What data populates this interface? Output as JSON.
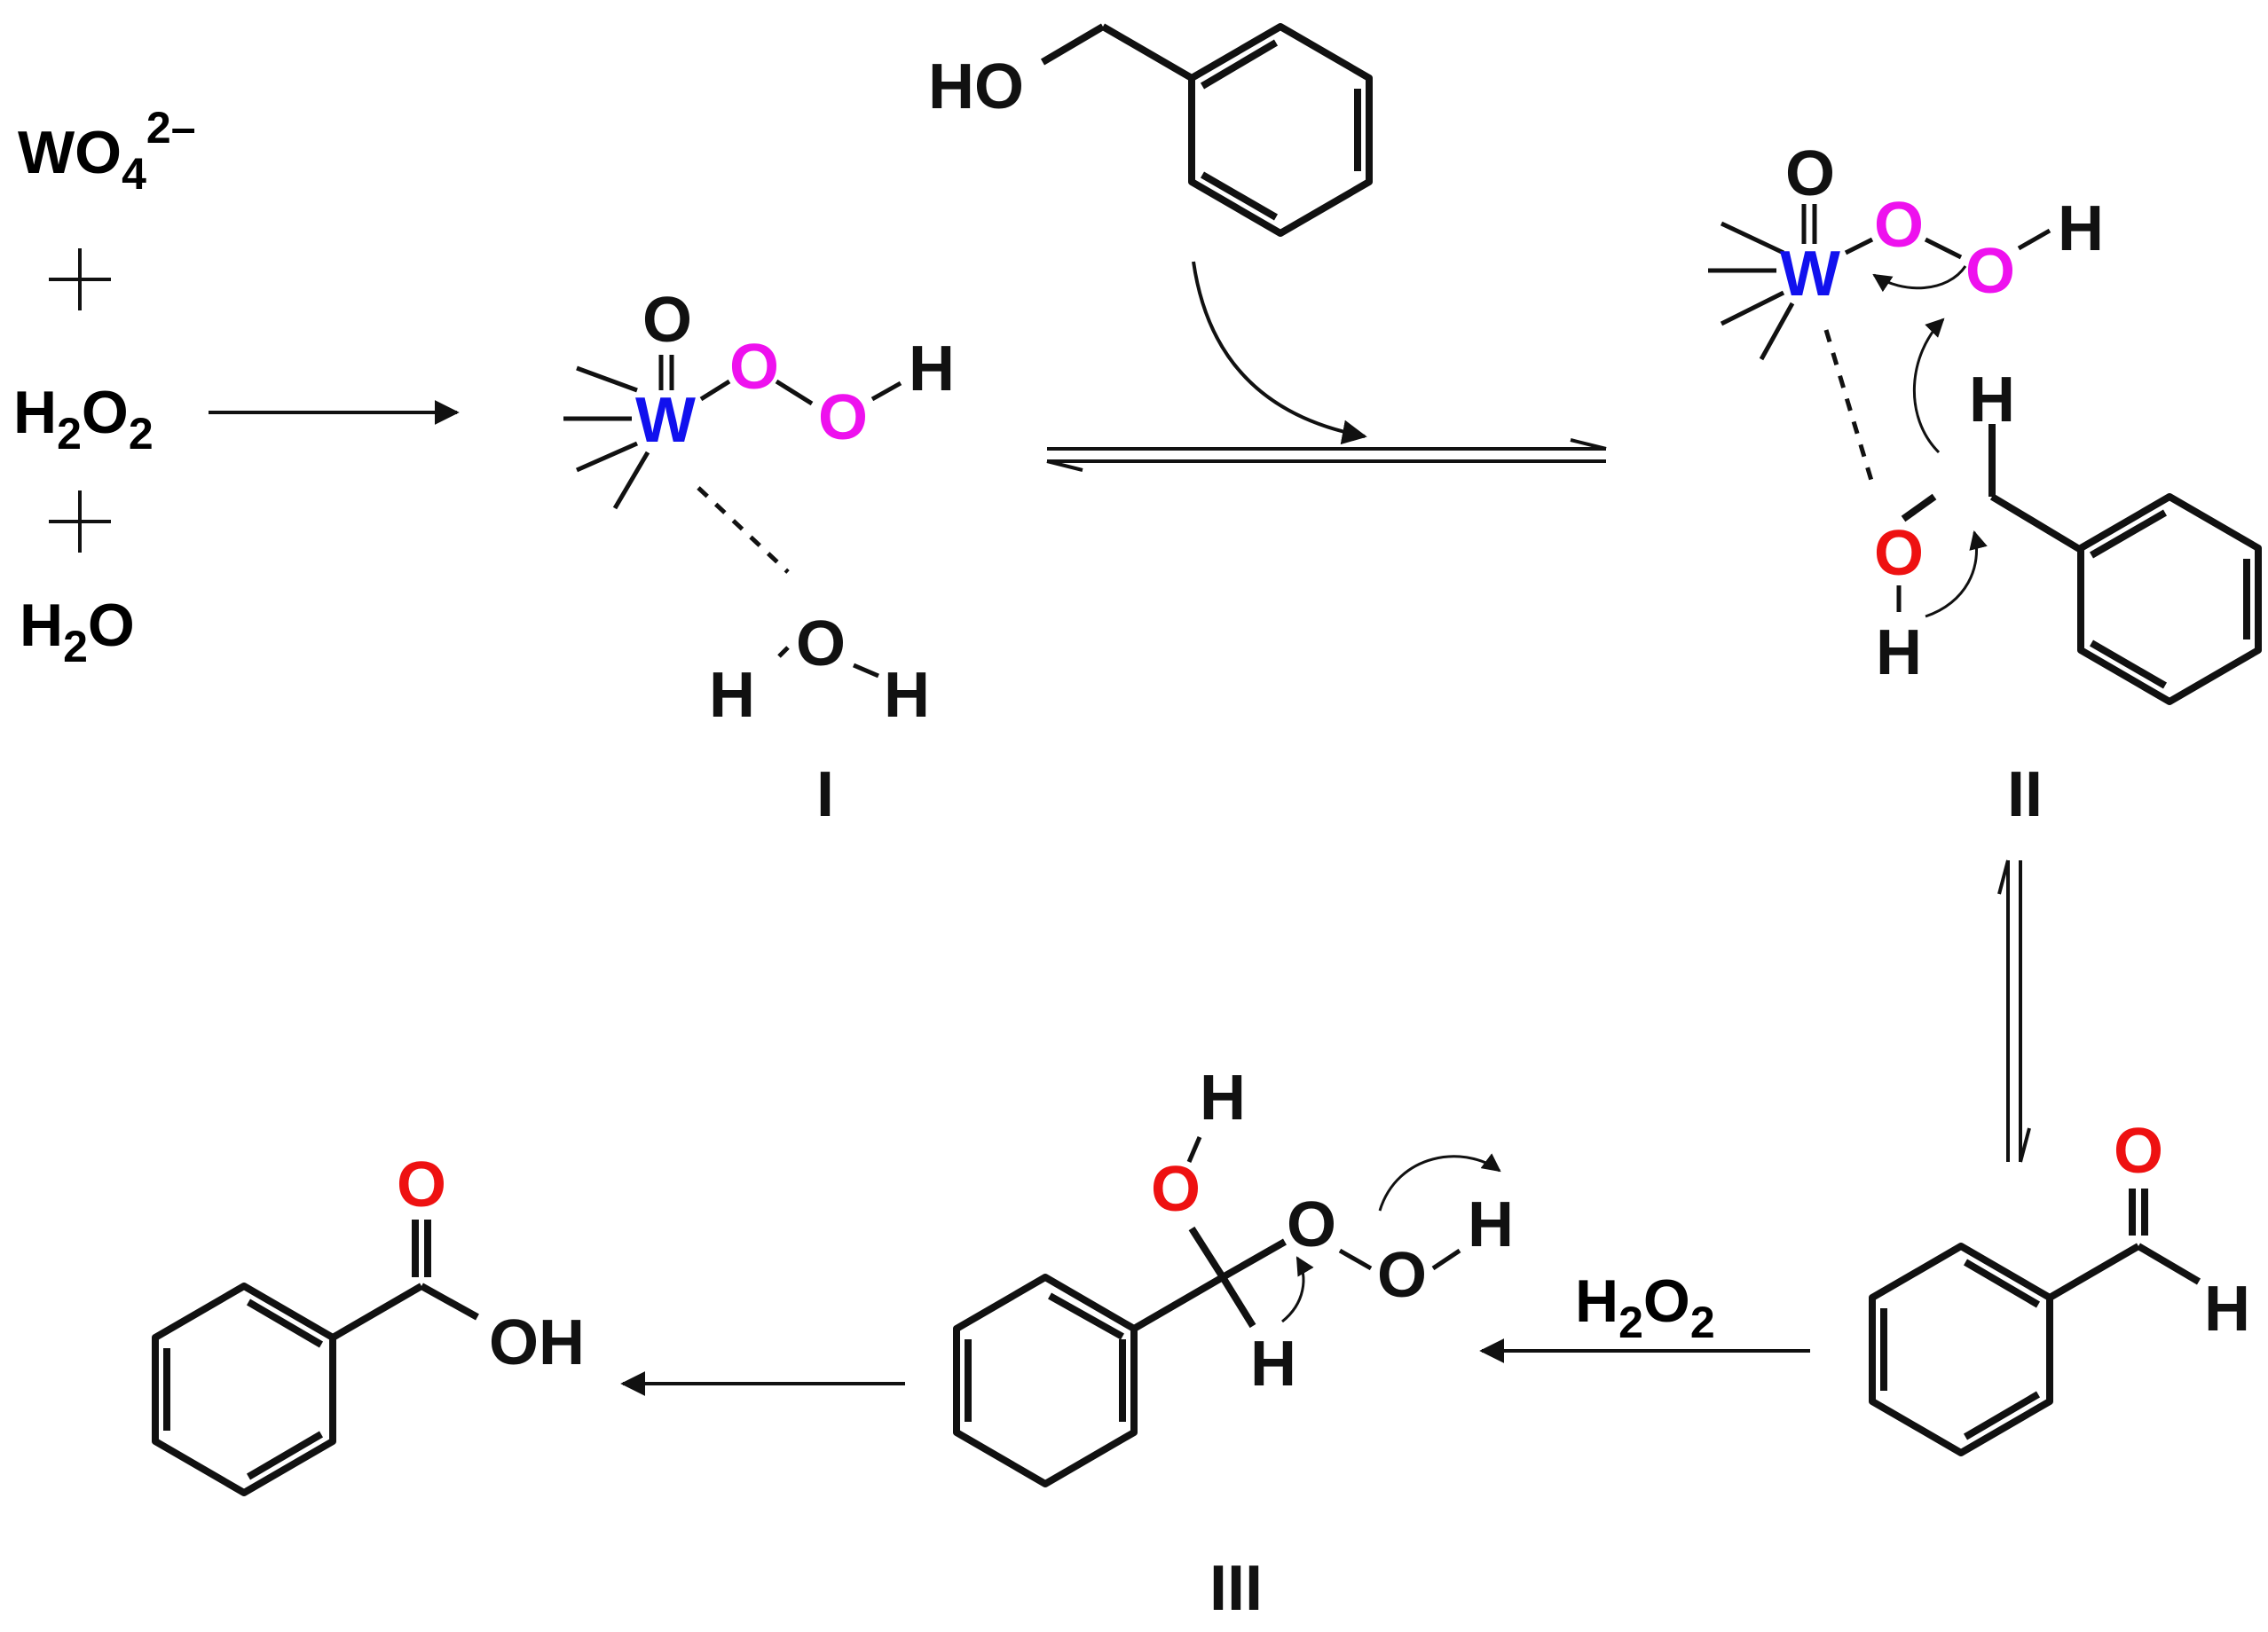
{
  "colors": {
    "bond": "#111111",
    "text": "#111111",
    "oxygen_red": "#ee1111",
    "peroxo_magenta": "#ee11ee",
    "tungsten_blue": "#1111ee"
  },
  "reagents": {
    "tungstate": {
      "main": "WO",
      "sub": "4",
      "sup": "2–"
    },
    "plus": "+",
    "peroxide": {
      "h": "H",
      "h_sub": "2",
      "o": "O",
      "o_sub": "2"
    },
    "water": {
      "h": "H",
      "h_sub": "2",
      "o": "O"
    }
  },
  "benzyl_alcohol": {
    "oh": "HO"
  },
  "intermediate_1": {
    "label": "I",
    "metal": "W",
    "oxo": "O",
    "peroxo_o1": "O",
    "peroxo_o2": "O",
    "peroxo_h": "H",
    "water_o": "O",
    "water_h_left": "H",
    "water_h_right": "H"
  },
  "intermediate_2": {
    "label": "II",
    "metal": "W",
    "oxo": "O",
    "peroxo_o1": "O",
    "peroxo_o2": "O",
    "peroxo_h": "H",
    "alkoxy_o": "O",
    "alkoxy_h": "H",
    "carbinol_h": "H"
  },
  "benzaldehyde": {
    "o": "O",
    "h": "H"
  },
  "step_reagent": {
    "h": "H",
    "h_sub": "2",
    "o": "O",
    "o_sub": "2"
  },
  "intermediate_3": {
    "label": "III",
    "oh_o": "O",
    "oh_h": "H",
    "peroxo_o1": "O",
    "peroxo_o2": "O",
    "peroxo_h": "H",
    "carbinol_h": "H"
  },
  "benzoic_acid": {
    "o": "O",
    "oh": "OH"
  }
}
